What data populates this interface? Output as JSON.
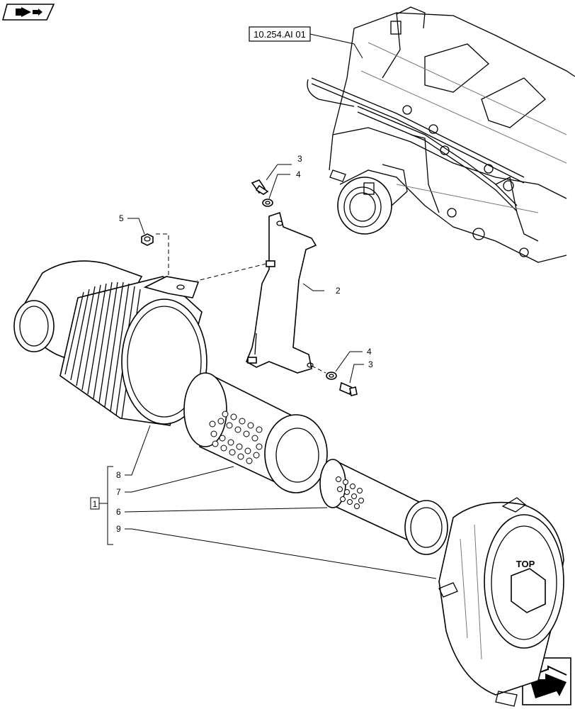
{
  "reference_label": "10.254.AI 01",
  "callouts": {
    "c1": "1",
    "c2": "2",
    "c3a": "3",
    "c3b": "3",
    "c4a": "4",
    "c4b": "4",
    "c5": "5",
    "c6": "6",
    "c7": "7",
    "c8": "8",
    "c9": "9"
  },
  "cover_text": "TOP",
  "icons": {
    "top_left": "back-arrow-icon",
    "bottom_right": "next-page-arrow-icon"
  }
}
